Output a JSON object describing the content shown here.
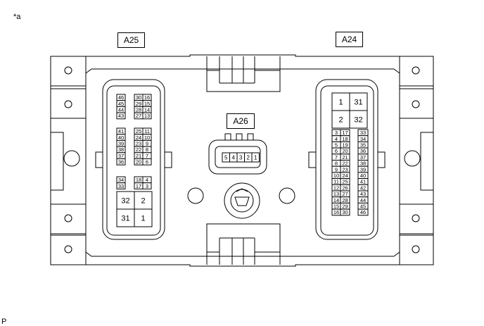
{
  "corner_note": "*a",
  "footer_note": "P",
  "connectors": {
    "a25": {
      "label": "A25",
      "pins": [
        [
          "46",
          "30",
          "16"
        ],
        [
          "45",
          "29",
          "15"
        ],
        [
          "44",
          "28",
          "14"
        ],
        [
          "43",
          "27",
          "13"
        ],
        [
          "41",
          "25",
          "11"
        ],
        [
          "40",
          "24",
          "10"
        ],
        [
          "39",
          "23",
          "9"
        ],
        [
          "38",
          "22",
          "8"
        ],
        [
          "37",
          "21",
          "7"
        ],
        [
          "36",
          "20",
          "6"
        ],
        [
          "34",
          "18",
          "4"
        ],
        [
          "33",
          "17",
          "3"
        ]
      ],
      "power": [
        [
          "32",
          "2"
        ],
        [
          "31",
          "1"
        ]
      ]
    },
    "a24": {
      "label": "A24",
      "power": [
        [
          "1",
          "31"
        ],
        [
          "2",
          "32"
        ]
      ],
      "pins_left": [
        [
          "3",
          "17"
        ],
        [
          "4",
          "18"
        ],
        [
          "5",
          "19"
        ],
        [
          "6",
          "20"
        ],
        [
          "7",
          "21"
        ],
        [
          "8",
          "22"
        ],
        [
          "9",
          "23"
        ],
        [
          "10",
          "24"
        ],
        [
          "11",
          "25"
        ],
        [
          "12",
          "26"
        ],
        [
          "13",
          "27"
        ],
        [
          "14",
          "28"
        ],
        [
          "15",
          "29"
        ],
        [
          "16",
          "30"
        ]
      ],
      "pins_right": [
        "33",
        "34",
        "35",
        "36",
        "37",
        "38",
        "39",
        "40",
        "41",
        "42",
        "43",
        "44",
        "45",
        "46"
      ]
    },
    "a26": {
      "label": "A26",
      "pins": [
        "5",
        "4",
        "3",
        "2",
        "1"
      ]
    }
  }
}
